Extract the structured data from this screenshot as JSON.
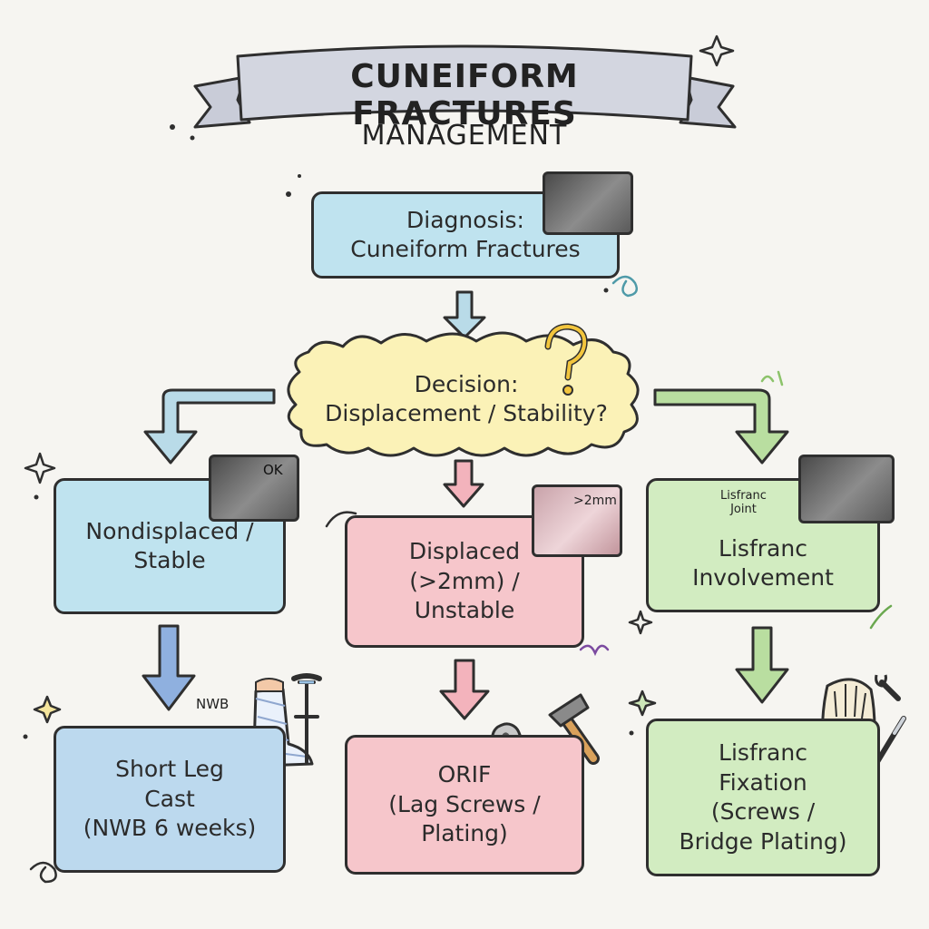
{
  "title": {
    "line1": "CUNEIFORM FRACTURES",
    "line2": "MANAGEMENT"
  },
  "nodes": {
    "diagnosis": {
      "lines": [
        "Diagnosis:",
        "Cuneiform Fractures"
      ]
    },
    "decision": {
      "lines": [
        "Decision:",
        "Displacement / Stability?"
      ]
    },
    "nondisplaced": {
      "lines": [
        "Nondisplaced /",
        "Stable"
      ]
    },
    "displaced": {
      "lines": [
        "Displaced",
        "(>2mm) /",
        "Unstable"
      ]
    },
    "lisfranc": {
      "lines": [
        "Lisfranc",
        "Involvement"
      ]
    },
    "cast": {
      "lines": [
        "Short Leg",
        "Cast",
        "(NWB 6 weeks)"
      ]
    },
    "orif": {
      "lines": [
        "ORIF",
        "(Lag Screws /",
        "Plating)"
      ]
    },
    "fixation": {
      "lines": [
        "Lisfranc",
        "Fixation",
        "(Screws /",
        "Bridge Plating)"
      ]
    }
  },
  "annotations": {
    "ok": "OK",
    "over2mm": ">2mm",
    "lisfranc_joint_line1": "Lisfranc",
    "lisfranc_joint_line2": "Joint",
    "nwb": "NWB",
    "question_mark": "?"
  },
  "colors": {
    "diagnosis": "#bfe3ef",
    "decision": "#fbf2b7",
    "nondisplaced": "#bfe3ef",
    "displaced": "#f6c6cb",
    "lisfranc": "#d2ecc1",
    "cast": "#bcd9ee",
    "orif": "#f6c6cb",
    "fixation": "#d2ecc1",
    "arrow_blue": "#b9dbe8",
    "arrow_pink": "#f3b3bc",
    "arrow_green": "#b9dea0",
    "arrow_dark_blue": "#8fb0df",
    "banner": "#c9ccd8"
  },
  "icons": [
    "foot-xray-icon",
    "question-mark-icon",
    "cast-foot-icon",
    "crutch-icon",
    "bone-plate-icon",
    "hammer-icon",
    "screw-icon",
    "foot-skeleton-icon",
    "wrench-icon",
    "scalpel-icon",
    "sparkle-icon"
  ]
}
